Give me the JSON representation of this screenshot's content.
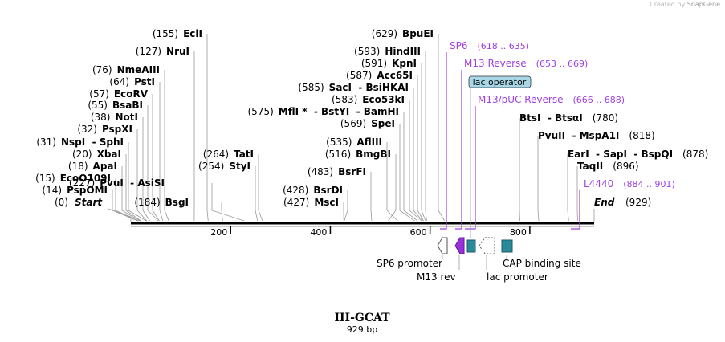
{
  "watermark": {
    "prefix": "Created by",
    "brand": "SnapGene"
  },
  "map": {
    "name": "III-GCAT",
    "length_label": "929 bp",
    "length_bp": 929,
    "ticks": [
      200,
      400,
      600,
      800
    ],
    "enzyme_sites": [
      {
        "pos": "(155)",
        "label": "EciI",
        "bp": 155
      },
      {
        "pos": "(127)",
        "label": "NruI",
        "bp": 127
      },
      {
        "pos": "(76)",
        "label": "NmeAIII",
        "bp": 76
      },
      {
        "pos": "(64)",
        "label": "PstI",
        "bp": 64
      },
      {
        "pos": "(57)",
        "label": "EcoRV",
        "bp": 57
      },
      {
        "pos": "(55)",
        "label": "BsaBI",
        "bp": 55
      },
      {
        "pos": "(38)",
        "label": "NotI",
        "bp": 38
      },
      {
        "pos": "(32)",
        "label": "PspXI",
        "bp": 32
      },
      {
        "pos": "(31)",
        "label": "NspI  - SphI",
        "bp": 31
      },
      {
        "pos": "(20)",
        "label": "XbaI",
        "bp": 20
      },
      {
        "pos": "(18)",
        "label": "ApaI",
        "bp": 18
      },
      {
        "pos": "(15)",
        "label": "EcoO109I",
        "bp": 15
      },
      {
        "pos": "(14)",
        "label": "PspOMI",
        "bp": 14
      },
      {
        "pos": "(227)",
        "label": "PvuI  - AsiSI",
        "bp": 227
      },
      {
        "pos": "(184)",
        "label": "BsgI",
        "bp": 184
      },
      {
        "pos": "(264)",
        "label": "TatI",
        "bp": 264
      },
      {
        "pos": "(254)",
        "label": "StyI",
        "bp": 254
      },
      {
        "pos": "(629)",
        "label": "BpuEI",
        "bp": 629
      },
      {
        "pos": "(593)",
        "label": "HindIII",
        "bp": 593
      },
      {
        "pos": "(591)",
        "label": "KpnI",
        "bp": 591
      },
      {
        "pos": "(587)",
        "label": "Acc65I",
        "bp": 587
      },
      {
        "pos": "(585)",
        "label": "SacI  - BsiHKAI",
        "bp": 585
      },
      {
        "pos": "(583)",
        "label": "Eco53kI",
        "bp": 583
      },
      {
        "pos": "(575)",
        "label": "MflI *  - BstYI  - BamHI",
        "bp": 575
      },
      {
        "pos": "(569)",
        "label": "SpeI",
        "bp": 569
      },
      {
        "pos": "(535)",
        "label": "AflIII",
        "bp": 535
      },
      {
        "pos": "(516)",
        "label": "BmgBI",
        "bp": 516
      },
      {
        "pos": "(483)",
        "label": "BsrFI",
        "bp": 483
      },
      {
        "pos": "(428)",
        "label": "BsrDI",
        "bp": 428
      },
      {
        "pos": "(427)",
        "label": "MscI",
        "bp": 427
      },
      {
        "pos": "(780)",
        "label": "BtsI  - BtsαI",
        "bp": 780
      },
      {
        "pos": "(818)",
        "label": "PvuII  - MspA1I",
        "bp": 818
      },
      {
        "pos": "(878)",
        "label": "EarI  - SapI  - BspQI",
        "bp": 878
      },
      {
        "pos": "(896)",
        "label": "TaqII",
        "bp": 896
      }
    ],
    "start": {
      "pos": "(0)",
      "label": "Start"
    },
    "end": {
      "pos": "(929)",
      "label": "End"
    },
    "primers": [
      {
        "name": "SP6",
        "range": "(618 .. 635)"
      },
      {
        "name": "M13 Reverse",
        "range": "(653 .. 669)"
      },
      {
        "name": "M13/pUC Reverse",
        "range": "(666 .. 688)"
      },
      {
        "name": "L4440",
        "range": "(884 .. 901)"
      }
    ],
    "operator": {
      "label": "lac operator"
    },
    "features": [
      {
        "label": "SP6 promoter",
        "icon": "arrow-left-outline"
      },
      {
        "label": "M13 rev",
        "icon": "arrow-left-filled"
      },
      {
        "label": "lac promoter",
        "icon": "arrow-left-dotted"
      },
      {
        "label": "CAP binding site",
        "icon": "box-teal"
      }
    ],
    "colors": {
      "primer": "#a040e0",
      "feature_teal": "#2a8a9a",
      "m13": "#9a2fe0",
      "operator_fill": "#a8d8e8",
      "backbone": "#000000"
    }
  }
}
